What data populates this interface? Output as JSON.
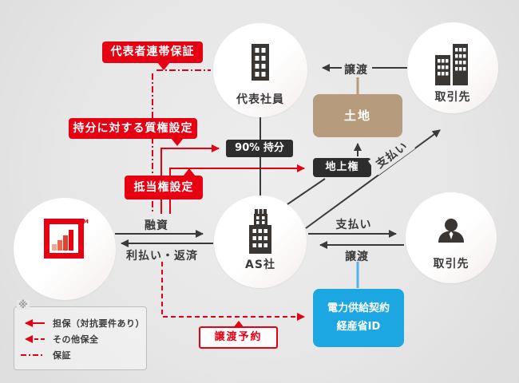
{
  "palette": {
    "red": "#e60012",
    "dark_box": "#2d2d2d",
    "tan": "#b69c7d",
    "blue": "#1da7e2",
    "blue_connector": "#55b5e2",
    "line_black": "#3a3a3a",
    "text": "#3a3a3a"
  },
  "nodes": {
    "representative": {
      "label": "代表社員",
      "icon": "building-icon"
    },
    "partner_top": {
      "label": "取引先",
      "icon": "two-buildings-icon"
    },
    "as_company": {
      "label": "AS社",
      "icon": "hq-building-icon"
    },
    "partner_right": {
      "label": "取引先",
      "icon": "person-icon"
    },
    "lender": {
      "icon": "bar-chart-logo",
      "tm_mark": "TM"
    }
  },
  "boxes": {
    "land": {
      "label": "土地"
    },
    "surface_right": {
      "label": "地上権"
    },
    "equity": {
      "label": "90% 持分"
    },
    "power_contract": {
      "line1": "電力供給契約",
      "line2": "経産省ID"
    },
    "transfer_reservation": {
      "label": "譲渡予約"
    }
  },
  "callouts": {
    "joint_guarantee": {
      "label": "代表者連帯保証"
    },
    "pledge_on_equity": {
      "label": "持分に対する質権設定"
    },
    "mortgage": {
      "label": "抵当権設定"
    }
  },
  "edges": {
    "transfer_top": "譲渡",
    "loan": "融資",
    "interest_repayment": "利払い・返済",
    "payment_diagonal": "支払い",
    "payment_right": "支払い",
    "transfer_right": "譲渡"
  },
  "legend": {
    "note_mark": "※",
    "items": [
      {
        "style": "solid-arrow",
        "label": "担保（対抗要件あり）"
      },
      {
        "style": "dashed-arrow",
        "label": "その他保全"
      },
      {
        "style": "dash-dot-line",
        "label": "保証"
      }
    ]
  }
}
